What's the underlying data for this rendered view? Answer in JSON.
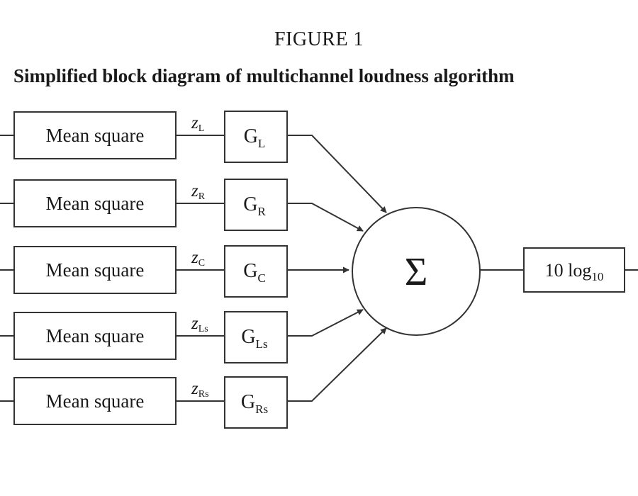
{
  "figure_label": "FIGURE 1",
  "figure_title": "Simplified block diagram of multichannel loudness algorithm",
  "channels": [
    {
      "block": "Mean square",
      "signal": "z",
      "signal_sub": "L",
      "gain": "G",
      "gain_sub": "L"
    },
    {
      "block": "Mean square",
      "signal": "z",
      "signal_sub": "R",
      "gain": "G",
      "gain_sub": "R"
    },
    {
      "block": "Mean square",
      "signal": "z",
      "signal_sub": "C",
      "gain": "G",
      "gain_sub": "C"
    },
    {
      "block": "Mean square",
      "signal": "z",
      "signal_sub": "Ls",
      "gain": "G",
      "gain_sub": "Ls"
    },
    {
      "block": "Mean square",
      "signal": "z",
      "signal_sub": "Rs",
      "gain": "G",
      "gain_sub": "Rs"
    }
  ],
  "summer": {
    "symbol": "Σ"
  },
  "output": {
    "text": "10 log",
    "sub": "10"
  }
}
